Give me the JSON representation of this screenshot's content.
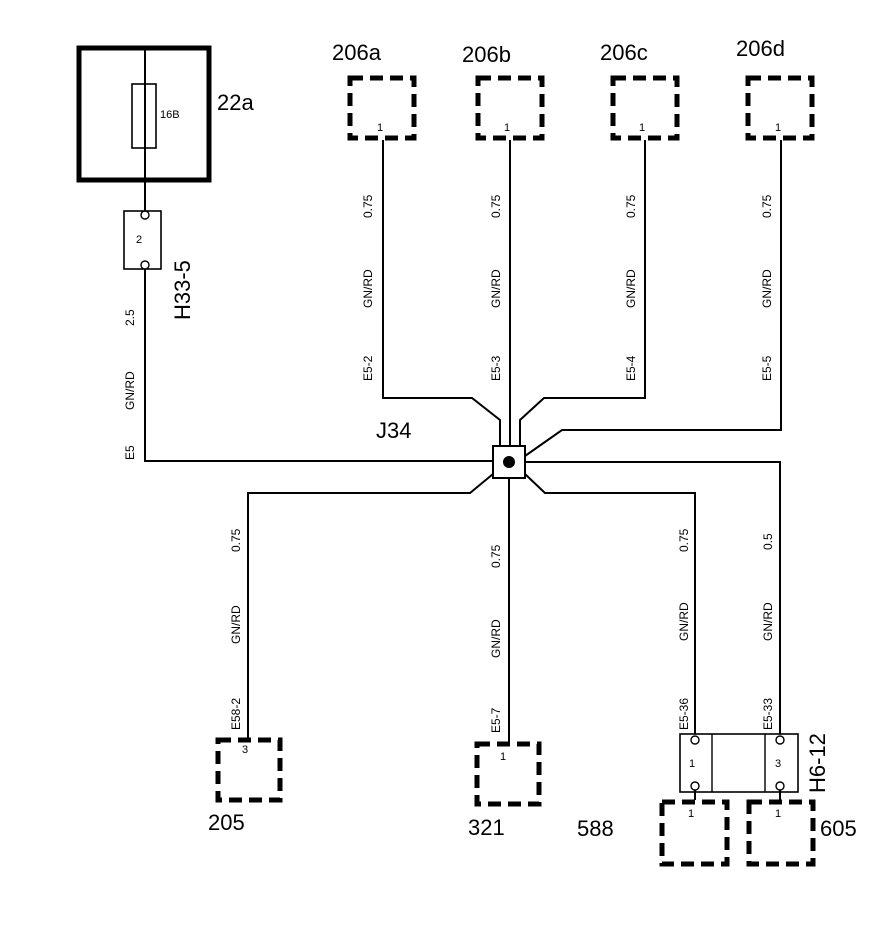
{
  "fuse_box": {
    "ref": "22a",
    "fuse_label": "16B"
  },
  "connector_h33": {
    "ref": "H33-5",
    "pin": "2"
  },
  "junction": {
    "ref": "J34"
  },
  "main_wire": {
    "size": "2.5",
    "color": "GN/RD",
    "id": "E5"
  },
  "top_components": [
    {
      "ref": "206a",
      "pin": "1",
      "size": "0.75",
      "color": "GN/RD",
      "wire_id": "E5-2"
    },
    {
      "ref": "206b",
      "pin": "1",
      "size": "0.75",
      "color": "GN/RD",
      "wire_id": "E5-3"
    },
    {
      "ref": "206c",
      "pin": "1",
      "size": "0.75",
      "color": "GN/RD",
      "wire_id": "E5-4"
    },
    {
      "ref": "206d",
      "pin": "1",
      "size": "0.75",
      "color": "GN/RD",
      "wire_id": "E5-5"
    }
  ],
  "bottom_components": [
    {
      "ref": "205",
      "pin": "3",
      "size": "0.75",
      "color": "GN/RD",
      "wire_id": "E58-2"
    },
    {
      "ref": "321",
      "pin": "1",
      "size": "0.75",
      "color": "GN/RD",
      "wire_id": "E5-7"
    }
  ],
  "connector_h6": {
    "ref": "H6-12",
    "pin_left": "1",
    "pin_right": "3",
    "wire_left": {
      "size": "0.75",
      "color": "GN/RD",
      "wire_id": "E5-36"
    },
    "wire_right": {
      "size": "0.5",
      "color": "GN/RD",
      "wire_id": "E5-33"
    }
  },
  "comp_588": {
    "ref": "588",
    "pin": "1"
  },
  "comp_605": {
    "ref": "605",
    "pin": "1"
  }
}
